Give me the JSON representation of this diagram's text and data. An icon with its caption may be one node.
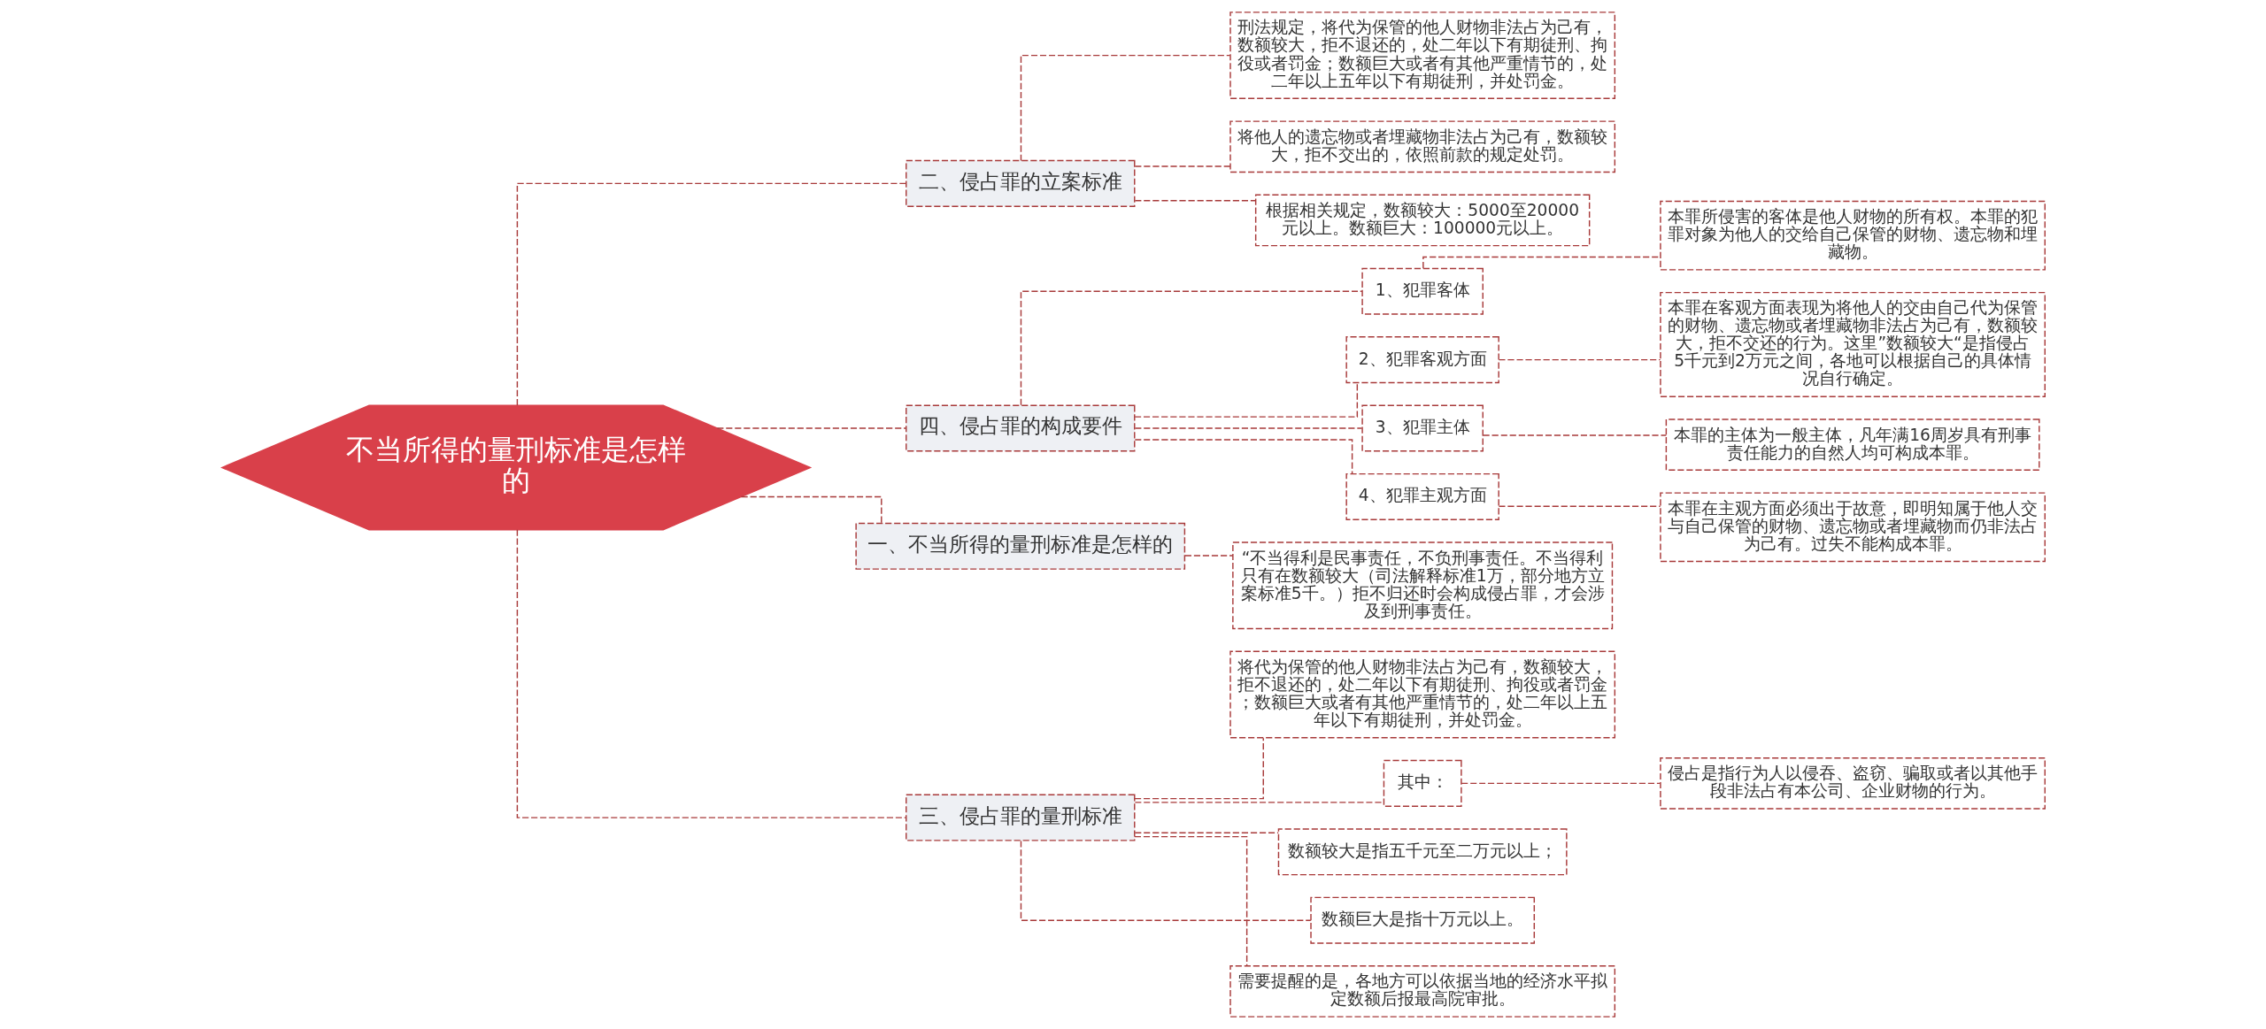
{
  "diagram": {
    "nodes": [
      {
        "text": [
          "不当所得的量刑标准是怎样的"
        ]
      },
      {
        "text": [
          "二、侵占罪的立案标准"
        ]
      },
      {
        "text": [
          "刑法规定，将代为保管的他人财物非法占为己有，数额较大，拒不退还的，处二年以下有期徒刑、拘役或者罚金；数额巨大或者有其他严重情节的，处二年以上五年以下有期徒刑，并处罚金。"
        ]
      },
      {
        "text": [
          "将他人的遗忘物或者埋藏物非法占为己有，数额较大，拒不交出的，依照前款的规定处罚。"
        ]
      },
      {
        "text": [
          "根据相关规定，数额较大：5000至20000元以上。数额巨大：100000元以上。"
        ]
      },
      {
        "text": [
          "四、侵占罪的构成要件"
        ]
      },
      {
        "text": [
          "1、犯罪客体"
        ]
      },
      {
        "text": [
          "本罪所侵害的客体是他人财物的所有权。本罪的犯罪对象为他人的交给自己保管的财物、遗忘物和埋藏物。"
        ]
      },
      {
        "text": [
          "2、犯罪客观方面"
        ]
      },
      {
        "text": [
          "本罪在客观方面表现为将他人的交由自己代为保管的财物、遗忘物或者埋藏物非法占为己有，数额较大，拒不交还的行为。这里”数额较大“是指侵占5千元到2万元之间，各地可以根据自己的具体情况自行确定。"
        ]
      },
      {
        "text": [
          "3、犯罪主体"
        ]
      },
      {
        "text": [
          "本罪的主体为一般主体，凡年满16周岁具有刑事责任能力的自然人均可构成本罪。"
        ]
      },
      {
        "text": [
          "4、犯罪主观方面"
        ]
      },
      {
        "text": [
          "本罪在主观方面必须出于故意，即明知属于他人交与自己保管的财物、遗忘物或者埋藏物而仍非法占为己有。过失不能构成本罪。"
        ]
      },
      {
        "text": [
          "一、不当所得的量刑标准是怎样的"
        ]
      },
      {
        "text": [
          "“不当得利是民事责任，不负刑事责任。不当得利只有在数额较大（司法解释标准1万，部分地方立案标准5千。）拒不归还时会构成侵占罪，才会涉及到刑事责任。"
        ]
      },
      {
        "text": [
          "三、侵占罪的量刑标准"
        ]
      },
      {
        "text": [
          "将代为保管的他人财物非法占为己有，数额较大，拒不退还的，处二年以下有期徒刑、拘役或者罚金；数额巨大或者有其他严重情节的，处二年以上五年以下有期徒刑，并处罚金。"
        ]
      },
      {
        "text": [
          "其中："
        ]
      },
      {
        "text": [
          "侵占是指行为人以侵吞、盗窃、骗取或者以其他手段非法占有本公司、企业财物的行为。"
        ]
      },
      {
        "text": [
          "数额较大是指五千元至二万元以上；"
        ]
      },
      {
        "text": [
          "数额巨大是指十万元以上。"
        ]
      },
      {
        "text": [
          "需要提醒的是，各地方可以依据当地的经济水平拟定数额后报最高院审批。"
        ]
      }
    ],
    "edges": [
      {
        "from": 0,
        "to": 1,
        "arrow": "none",
        "style": "dashed"
      },
      {
        "from": 1,
        "to": 2,
        "arrow": "none",
        "style": "dashed"
      },
      {
        "from": 1,
        "to": 3,
        "arrow": "none",
        "style": "dashed"
      },
      {
        "from": 1,
        "to": 4,
        "arrow": "none",
        "style": "dashed"
      },
      {
        "from": 0,
        "to": 5,
        "arrow": "none",
        "style": "dashed"
      },
      {
        "from": 5,
        "to": 6,
        "arrow": "none",
        "style": "dashed"
      },
      {
        "from": 6,
        "to": 7,
        "arrow": "none",
        "style": "dashed"
      },
      {
        "from": 5,
        "to": 8,
        "arrow": "none",
        "style": "dashed"
      },
      {
        "from": 8,
        "to": 9,
        "arrow": "none",
        "style": "dashed"
      },
      {
        "from": 5,
        "to": 10,
        "arrow": "none",
        "style": "dashed"
      },
      {
        "from": 10,
        "to": 11,
        "arrow": "none",
        "style": "dashed"
      },
      {
        "from": 5,
        "to": 12,
        "arrow": "none",
        "style": "dashed"
      },
      {
        "from": 12,
        "to": 13,
        "arrow": "none",
        "style": "dashed"
      },
      {
        "from": 0,
        "to": 14,
        "arrow": "none",
        "style": "dashed"
      },
      {
        "from": 14,
        "to": 15,
        "arrow": "none",
        "style": "dashed"
      },
      {
        "from": 0,
        "to": 16,
        "arrow": "none",
        "style": "dashed"
      },
      {
        "from": 16,
        "to": 17,
        "arrow": "none",
        "style": "dashed"
      },
      {
        "from": 16,
        "to": 18,
        "arrow": "none",
        "style": "dashed"
      },
      {
        "from": 18,
        "to": 19,
        "arrow": "none",
        "style": "dashed"
      },
      {
        "from": 16,
        "to": 20,
        "arrow": "none",
        "style": "dashed"
      },
      {
        "from": 16,
        "to": 21,
        "arrow": "none",
        "style": "dashed"
      },
      {
        "from": 16,
        "to": 22,
        "arrow": "none",
        "style": "dashed"
      }
    ]
  }
}
